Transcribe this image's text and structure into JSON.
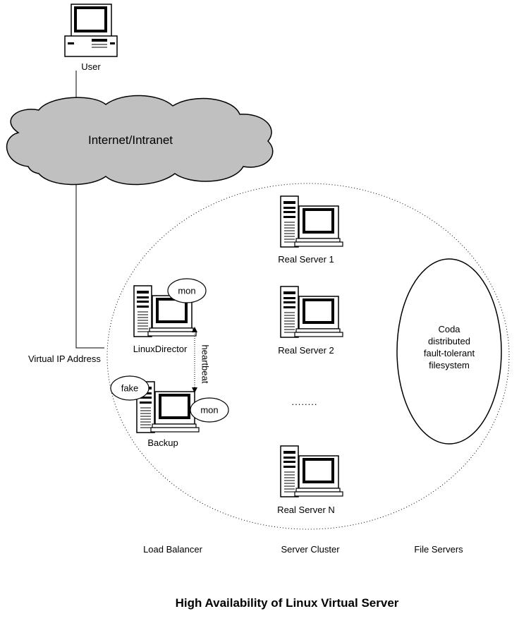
{
  "user": {
    "label": "User",
    "icon": "desktop-computer-icon"
  },
  "network": {
    "label": "Internet/Intranet",
    "icon": "cloud-icon"
  },
  "virtual_ip": {
    "label": "Virtual IP Address"
  },
  "director": {
    "label": "LinuxDirector",
    "monitor_label": "mon",
    "icon": "server-workstation-icon"
  },
  "backup": {
    "label": "Backup",
    "fake_label": "fake",
    "monitor_label": "mon",
    "icon": "server-workstation-icon"
  },
  "heartbeat": {
    "label": "heartbeat"
  },
  "servers": [
    {
      "label": "Real Server 1",
      "icon": "server-workstation-icon"
    },
    {
      "label": "Real Server 2",
      "icon": "server-workstation-icon"
    },
    {
      "label": "Real Server N",
      "icon": "server-workstation-icon"
    }
  ],
  "ellipsis": "........",
  "filesystem": {
    "lines": [
      "Coda",
      "distributed",
      "fault-tolerant",
      "filesystem"
    ]
  },
  "sections": {
    "load_balancer": "Load Balancer",
    "server_cluster": "Server Cluster",
    "file_servers": "File Servers"
  },
  "title": "High Availability of Linux Virtual Server"
}
